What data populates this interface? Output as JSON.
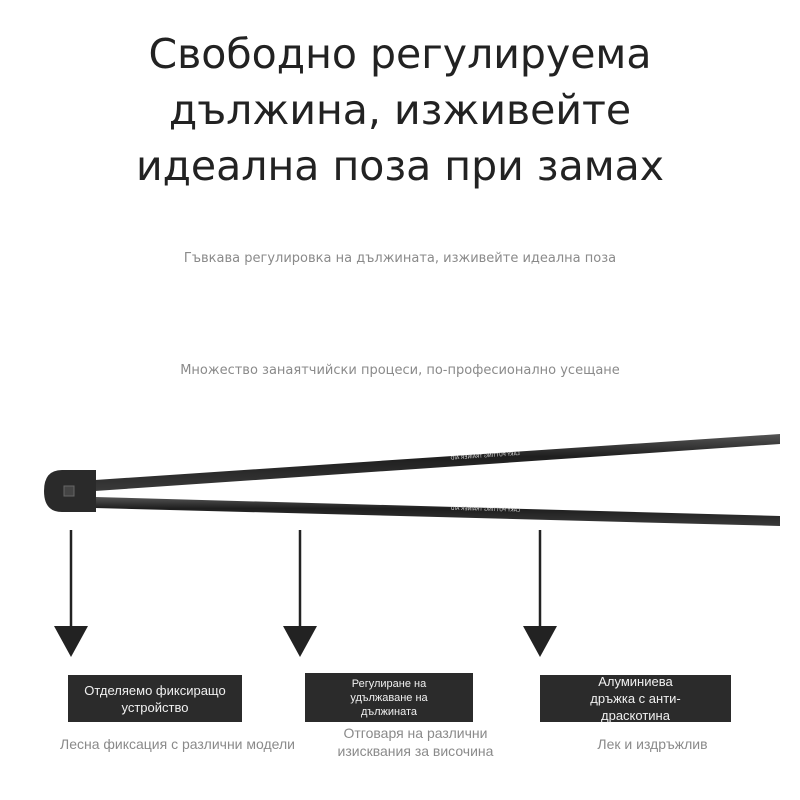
{
  "headline": "Свободно регулируема дължина, изживейте идеална поза при замах",
  "subtitle1": "Гъвкава регулировка на дължината, изживейте идеална поза",
  "subtitle2": "Множество занаятчийски процеси, по-професионално усещане",
  "rod_label": "LAKY PUTTING TRAINER AID",
  "features": [
    {
      "label": "Отделяемо фиксиращо устройство",
      "caption": "Лесна фиксация с различни модели"
    },
    {
      "label": "Регулиране на удължаване на дължината",
      "caption": "Отговаря на различни изисквания за височина"
    },
    {
      "label": "Алуминиева дръжка с анти-драскотина",
      "caption": "Лек и издръжлив"
    }
  ],
  "colors": {
    "rod": "#2e2e2e",
    "box": "#2b2b2b",
    "text_gray": "#8a8a8a"
  }
}
